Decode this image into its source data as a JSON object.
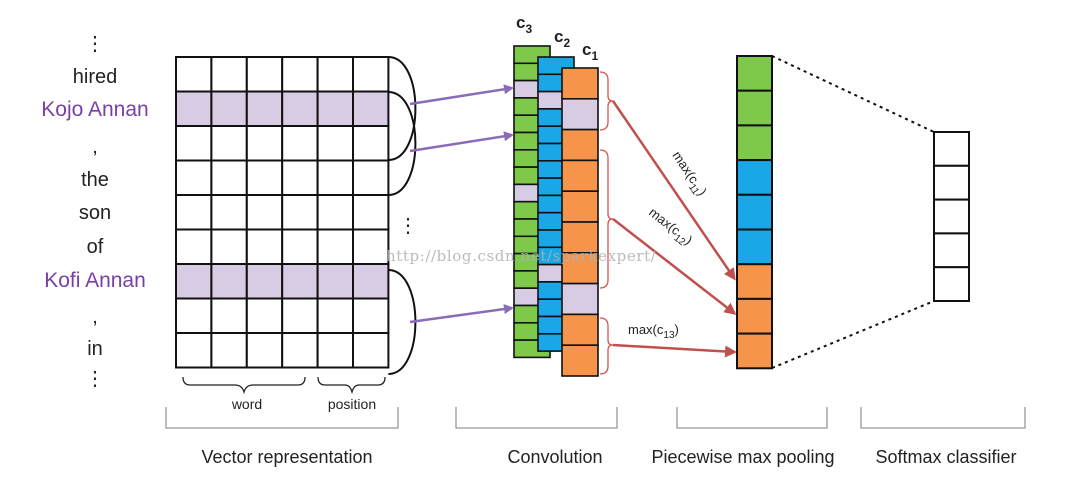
{
  "words": [
    {
      "text": "⋮",
      "color": "#222222"
    },
    {
      "text": "hired",
      "color": "#222222"
    },
    {
      "text": "Kojo Annan",
      "color": "#7a3fa6"
    },
    {
      "text": ",",
      "color": "#222222"
    },
    {
      "text": "the",
      "color": "#222222"
    },
    {
      "text": "son",
      "color": "#222222"
    },
    {
      "text": "of",
      "color": "#222222"
    },
    {
      "text": "Kofi Annan",
      "color": "#7a3fa6"
    },
    {
      "text": ",",
      "color": "#222222"
    },
    {
      "text": "in",
      "color": "#222222"
    },
    {
      "text": "⋮",
      "color": "#222222"
    }
  ],
  "matrix": {
    "rows": 9,
    "cols": 6,
    "highlight_rows": [
      1,
      6
    ],
    "vdots": "⋮"
  },
  "brace_labels": {
    "word": "word",
    "position": "position"
  },
  "columns": {
    "c3": {
      "label": "c",
      "sub": "3",
      "color": "#7ec84a",
      "cells": [
        "g",
        "g",
        "p",
        "g",
        "g",
        "g",
        "g",
        "g",
        "p",
        "g",
        "g",
        "g",
        "g",
        "g",
        "p",
        "g",
        "g",
        "g"
      ]
    },
    "c2": {
      "label": "c",
      "sub": "2",
      "color": "#1aa7e8",
      "cells": [
        "b",
        "b",
        "p",
        "b",
        "b",
        "b",
        "b",
        "b",
        "b",
        "b",
        "b",
        "b",
        "p",
        "b",
        "b",
        "b",
        "b"
      ]
    },
    "c1": {
      "label": "c",
      "sub": "1",
      "color": "#f5944a",
      "cells": [
        "o",
        "p",
        "o",
        "o",
        "o",
        "o",
        "o",
        "p",
        "o",
        "o"
      ]
    }
  },
  "cell_colors": {
    "g": "#7ec84a",
    "b": "#1aa7e8",
    "o": "#f5944a",
    "p": "#d7cce3",
    "w": "#ffffff"
  },
  "pooling": {
    "cells": [
      "g",
      "g",
      "g",
      "b",
      "b",
      "b",
      "o",
      "o",
      "o"
    ],
    "labels": [
      {
        "text": "max(c",
        "sub": "11",
        "suffix": ")"
      },
      {
        "text": "max(c",
        "sub": "12",
        "suffix": ")"
      },
      {
        "text": "max(c",
        "sub": "13",
        "suffix": ")"
      }
    ]
  },
  "softmax": {
    "cells": 5
  },
  "watermark": "http://blog.csdn.net/sparkexpert/",
  "stages": [
    "Vector representation",
    "Convolution",
    "Piecewise max pooling",
    "Softmax classifier"
  ],
  "colors": {
    "purple_arrow": "#8a6bb8",
    "red_arrow": "#c0504d",
    "brace_red": "#d9534f",
    "line": "#111111"
  }
}
